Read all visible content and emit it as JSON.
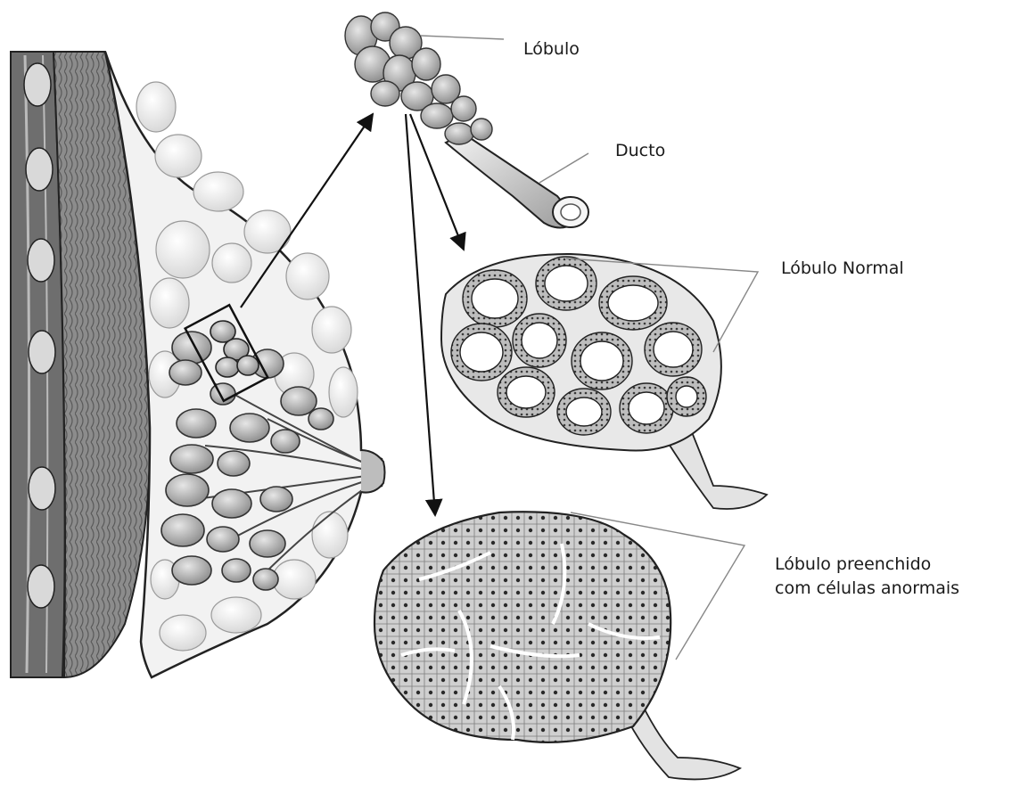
{
  "labels": {
    "lobule": "Lóbulo",
    "duct": "Ducto",
    "normal_lobule": "Lóbulo Normal",
    "abnormal_lobule_line1": "Lóbulo preenchido",
    "abnormal_lobule_line2": "com células anormais"
  }
}
